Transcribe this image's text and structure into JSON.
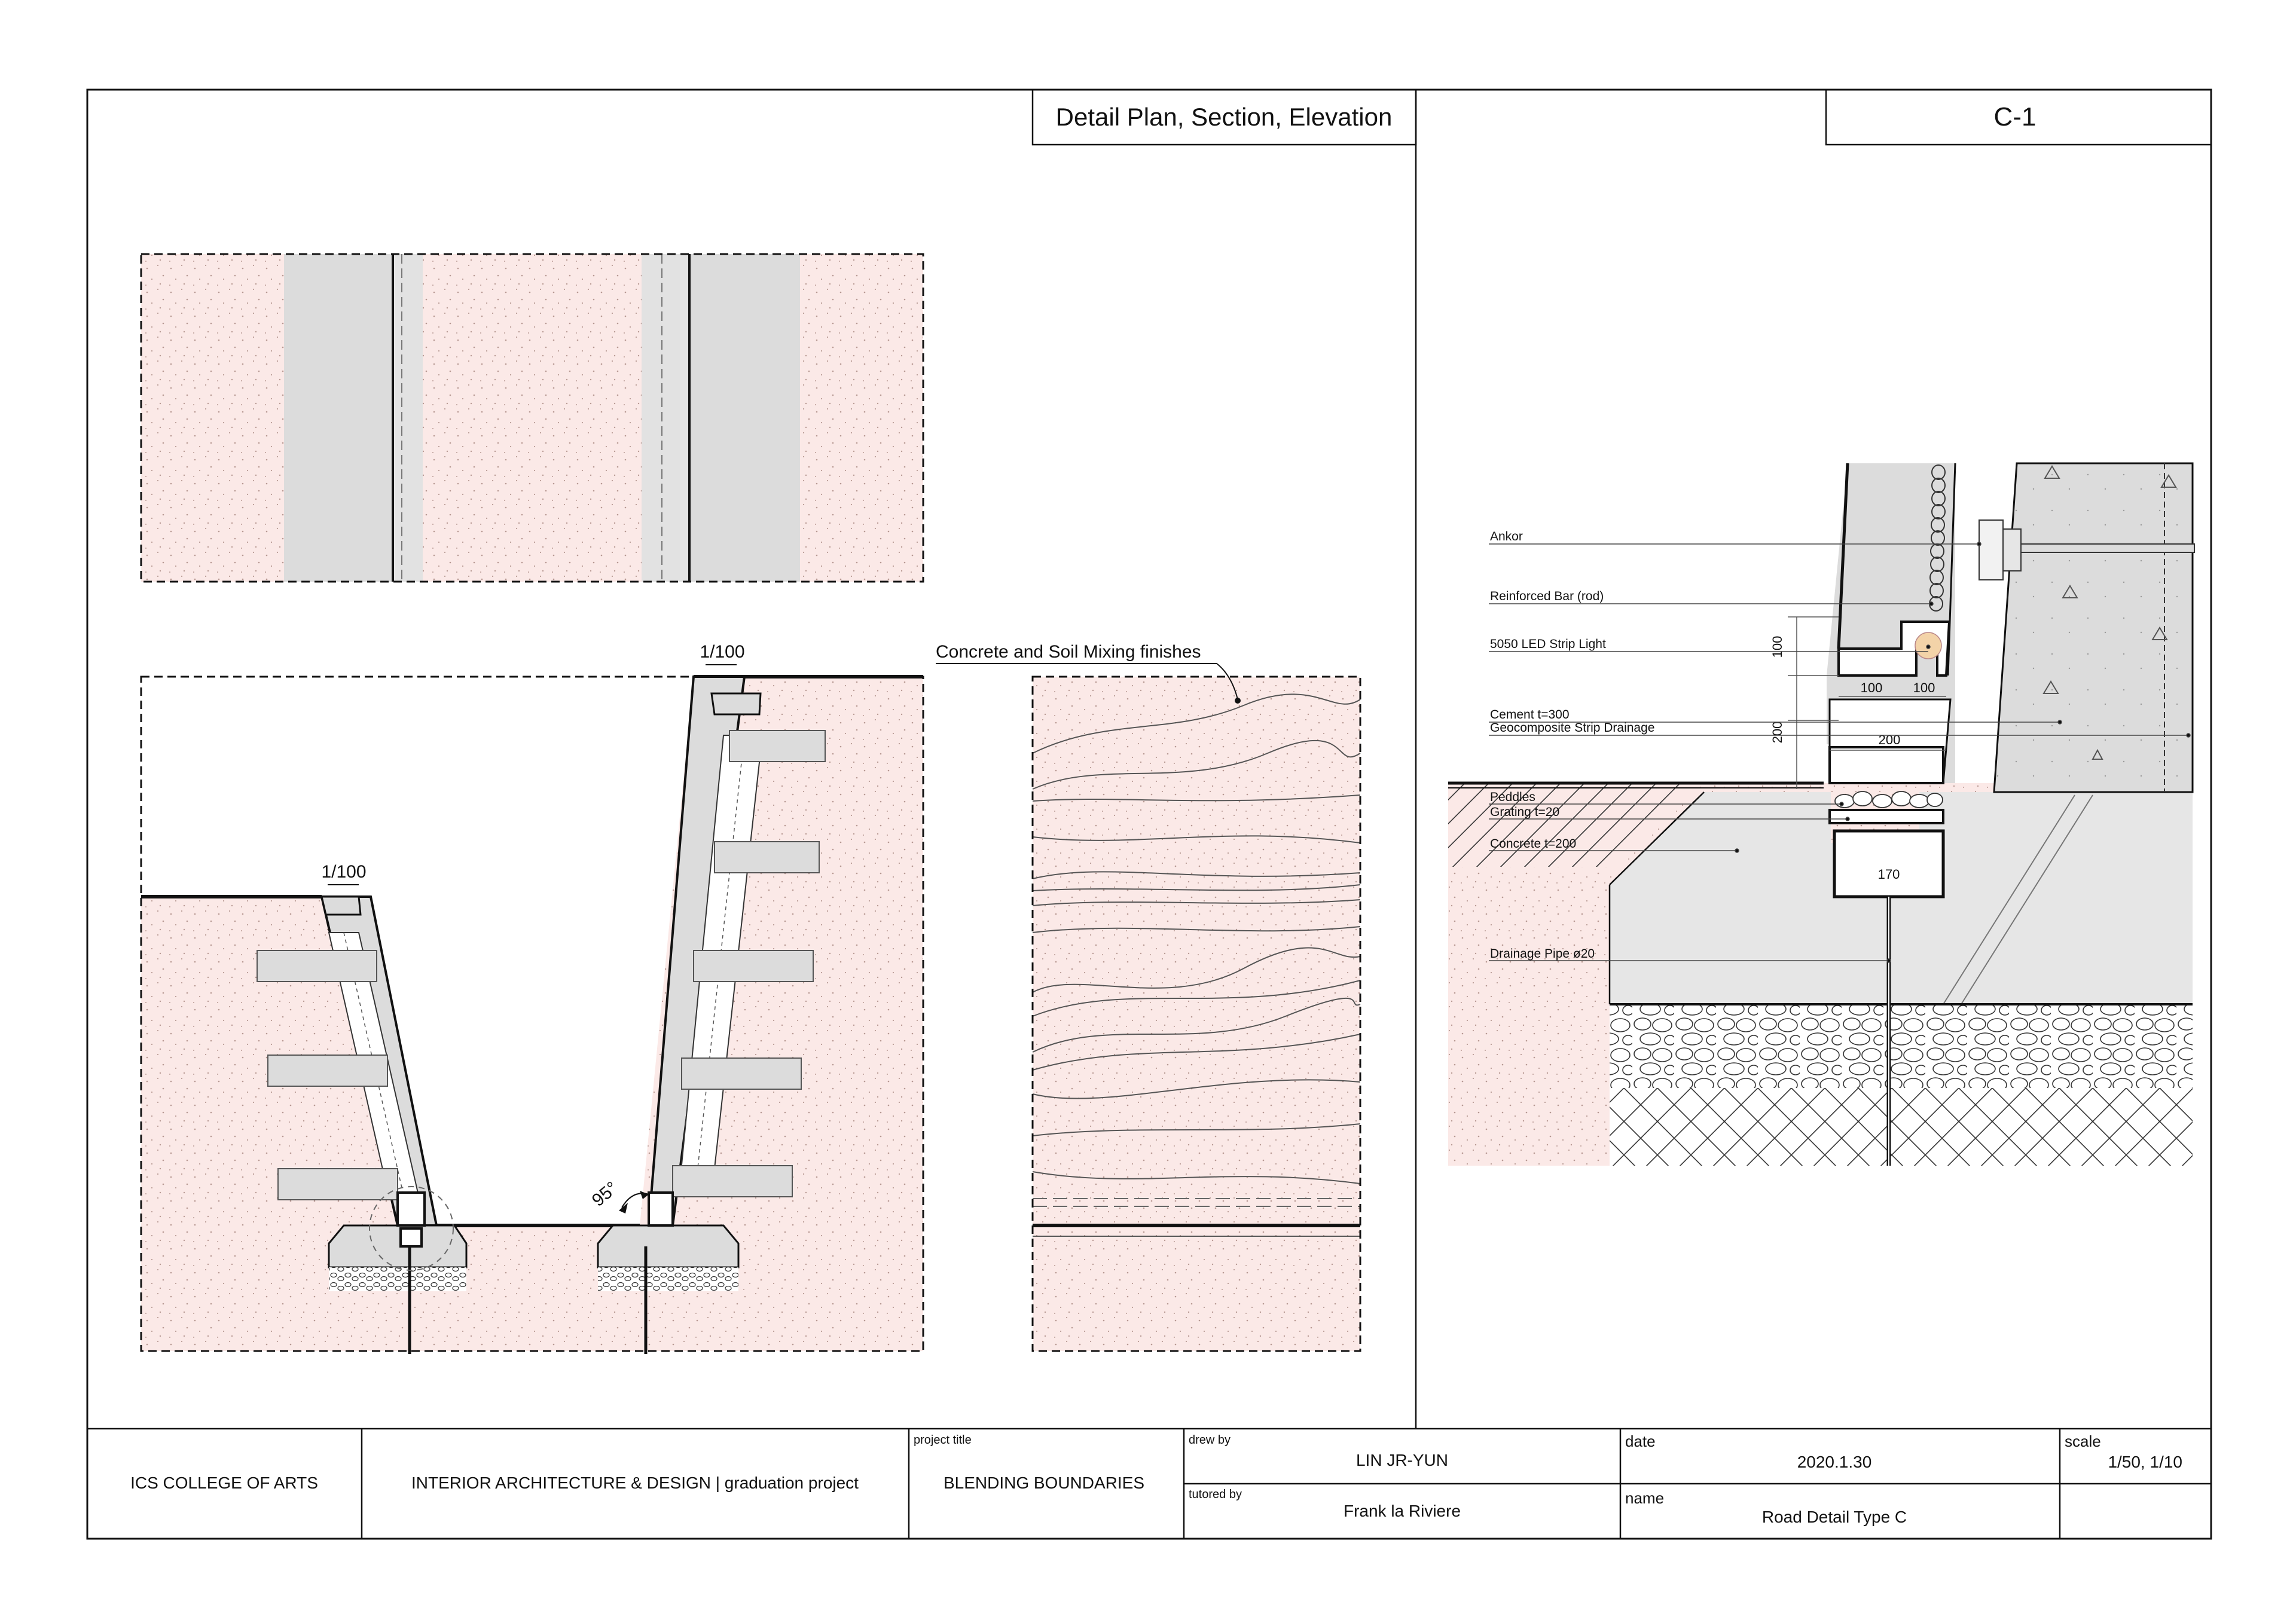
{
  "header": {
    "sheet_title": "Detail Plan, Section, Elevation",
    "sheet_number": "C-1"
  },
  "drawings": {
    "section": {
      "slope_left": "1/100",
      "slope_right": "1/100",
      "angle": "95°"
    },
    "elevation": {
      "finish_label": "Concrete and Soil Mixing finishes"
    },
    "detail": {
      "labels": {
        "ankor": "Ankor",
        "reinforced_bar": "Reinforced Bar (rod)",
        "led": "5050 LED Strip Light",
        "cement": "Cement t=300",
        "geocomposite": "Geocomposite Strip Drainage",
        "peddles": "Peddles",
        "grating": "Grating t=20",
        "concrete": "Concrete t=200",
        "drainage_pipe": "Drainage Pipe ø20"
      },
      "dims": {
        "d100_vertical": "100",
        "d200_vertical": "200",
        "d100_a": "100",
        "d100_b": "100",
        "d200": "200",
        "d170": "170"
      }
    }
  },
  "title_block": {
    "school": "ICS COLLEGE OF ARTS",
    "program": "INTERIOR ARCHITECTURE & DESIGN | graduation project",
    "project_title_label": "project title",
    "project_title": "BLENDING BOUNDARIES",
    "drew_by_label": "drew by",
    "drew_by": "LIN JR-YUN",
    "tutored_by_label": "tutored by",
    "tutored_by": "Frank la Riviere",
    "date_label": "date",
    "date": "2020.1.30",
    "name_label": "name",
    "name": "Road Detail Type C",
    "scale_label": "scale",
    "scale": "1/50, 1/10"
  },
  "colors": {
    "soil": "#fbe9e7",
    "concrete": "#dcdcdc",
    "light_concrete": "#ececec",
    "led": "#f3d3a8",
    "line": "#111111"
  }
}
